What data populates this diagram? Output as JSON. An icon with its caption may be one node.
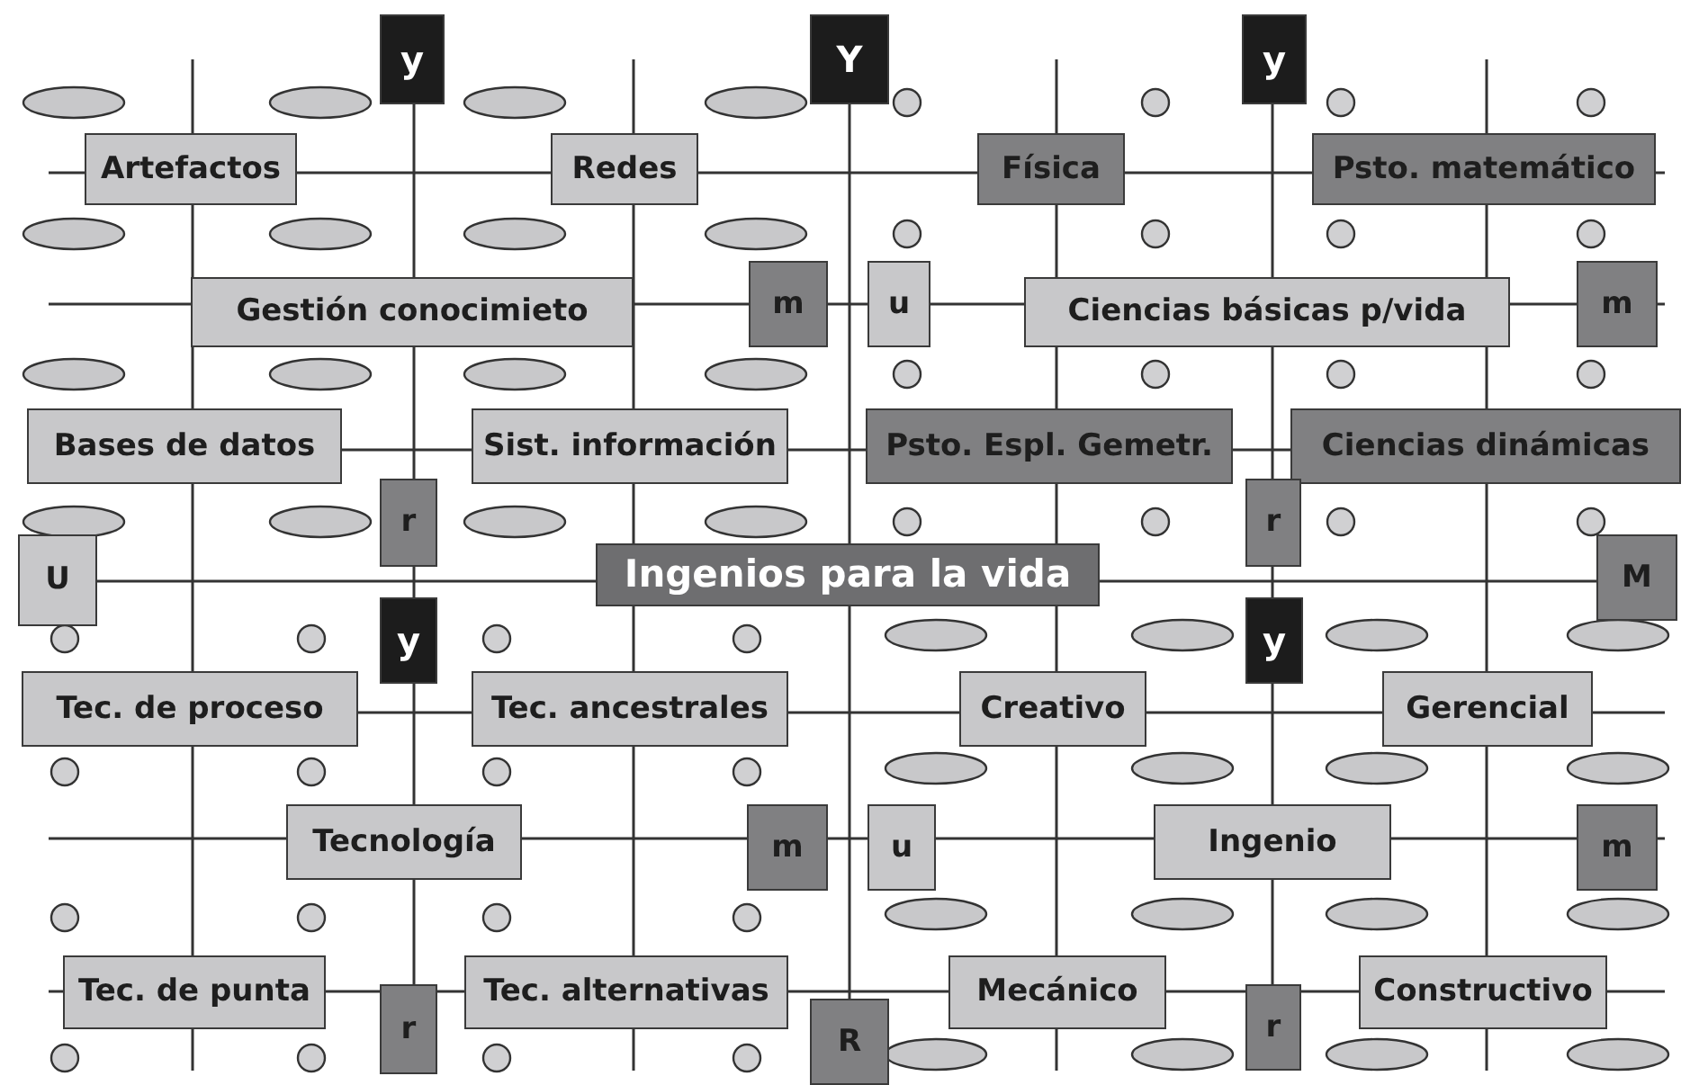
{
  "diagram": {
    "nodes": [
      {
        "text": [
          "y"
        ]
      },
      {
        "text": [
          "Y"
        ]
      },
      {
        "text": [
          "y"
        ]
      },
      {
        "text": [
          "Artefactos"
        ]
      },
      {
        "text": [
          "Redes"
        ]
      },
      {
        "text": [
          "Física"
        ]
      },
      {
        "text": [
          "Psto. matemático"
        ]
      },
      {
        "text": [
          "Gestión conocimieto"
        ]
      },
      {
        "text": [
          "m"
        ]
      },
      {
        "text": [
          "u"
        ]
      },
      {
        "text": [
          "Ciencias básicas p/vida"
        ]
      },
      {
        "text": [
          "m"
        ]
      },
      {
        "text": [
          "Bases de datos"
        ]
      },
      {
        "text": [
          "Sist. información"
        ]
      },
      {
        "text": [
          "Psto. Espl. Gemetr."
        ]
      },
      {
        "text": [
          "Ciencias dinámicas"
        ]
      },
      {
        "text": [
          "r"
        ]
      },
      {
        "text": [
          "r"
        ]
      },
      {
        "text": [
          "U"
        ]
      },
      {
        "text": [
          "Ingenios para la vida"
        ]
      },
      {
        "text": [
          "M"
        ]
      },
      {
        "text": [
          "y"
        ]
      },
      {
        "text": [
          "y"
        ]
      },
      {
        "text": [
          "Tec. de proceso"
        ]
      },
      {
        "text": [
          "Tec. ancestrales"
        ]
      },
      {
        "text": [
          "Creativo"
        ]
      },
      {
        "text": [
          "Gerencial"
        ]
      },
      {
        "text": [
          "Tecnología"
        ]
      },
      {
        "text": [
          "m"
        ]
      },
      {
        "text": [
          "u"
        ]
      },
      {
        "text": [
          "Ingenio"
        ]
      },
      {
        "text": [
          "m"
        ]
      },
      {
        "text": [
          "Tec. de punta"
        ]
      },
      {
        "text": [
          "r"
        ]
      },
      {
        "text": [
          "Tec. alternativas"
        ]
      },
      {
        "text": [
          "R"
        ]
      },
      {
        "text": [
          "Mecánico"
        ]
      },
      {
        "text": [
          "r"
        ]
      },
      {
        "text": [
          "Constructivo"
        ]
      }
    ],
    "edges": [
      {
        "from": 3,
        "to": 4,
        "arrow": "none"
      },
      {
        "from": 4,
        "to": 5,
        "arrow": "none"
      },
      {
        "from": 5,
        "to": 6,
        "arrow": "none"
      },
      {
        "from": 7,
        "to": 8,
        "arrow": "none"
      },
      {
        "from": 8,
        "to": 9,
        "arrow": "none"
      },
      {
        "from": 9,
        "to": 10,
        "arrow": "none"
      },
      {
        "from": 10,
        "to": 11,
        "arrow": "none"
      },
      {
        "from": 12,
        "to": 13,
        "arrow": "none"
      },
      {
        "from": 13,
        "to": 14,
        "arrow": "none"
      },
      {
        "from": 14,
        "to": 15,
        "arrow": "none"
      },
      {
        "from": 18,
        "to": 19,
        "arrow": "none"
      },
      {
        "from": 19,
        "to": 20,
        "arrow": "none"
      },
      {
        "from": 23,
        "to": 24,
        "arrow": "none"
      },
      {
        "from": 24,
        "to": 25,
        "arrow": "none"
      },
      {
        "from": 25,
        "to": 26,
        "arrow": "none"
      },
      {
        "from": 27,
        "to": 28,
        "arrow": "none"
      },
      {
        "from": 28,
        "to": 29,
        "arrow": "none"
      },
      {
        "from": 29,
        "to": 30,
        "arrow": "none"
      },
      {
        "from": 30,
        "to": 31,
        "arrow": "none"
      },
      {
        "from": 32,
        "to": 33,
        "arrow": "none"
      },
      {
        "from": 33,
        "to": 34,
        "arrow": "none"
      },
      {
        "from": 34,
        "to": 36,
        "arrow": "none"
      },
      {
        "from": 36,
        "to": 37,
        "arrow": "none"
      },
      {
        "from": 37,
        "to": 38,
        "arrow": "none"
      },
      {
        "from": 0,
        "to": 7,
        "arrow": "none"
      },
      {
        "from": 7,
        "to": 16,
        "arrow": "none"
      },
      {
        "from": 16,
        "to": 21,
        "arrow": "none"
      },
      {
        "from": 21,
        "to": 27,
        "arrow": "none"
      },
      {
        "from": 27,
        "to": 33,
        "arrow": "none"
      },
      {
        "from": 1,
        "to": 19,
        "arrow": "none"
      },
      {
        "from": 19,
        "to": 35,
        "arrow": "none"
      },
      {
        "from": 2,
        "to": 10,
        "arrow": "none"
      },
      {
        "from": 10,
        "to": 17,
        "arrow": "none"
      },
      {
        "from": 17,
        "to": 22,
        "arrow": "none"
      },
      {
        "from": 22,
        "to": 30,
        "arrow": "none"
      },
      {
        "from": 30,
        "to": 37,
        "arrow": "none"
      }
    ]
  }
}
